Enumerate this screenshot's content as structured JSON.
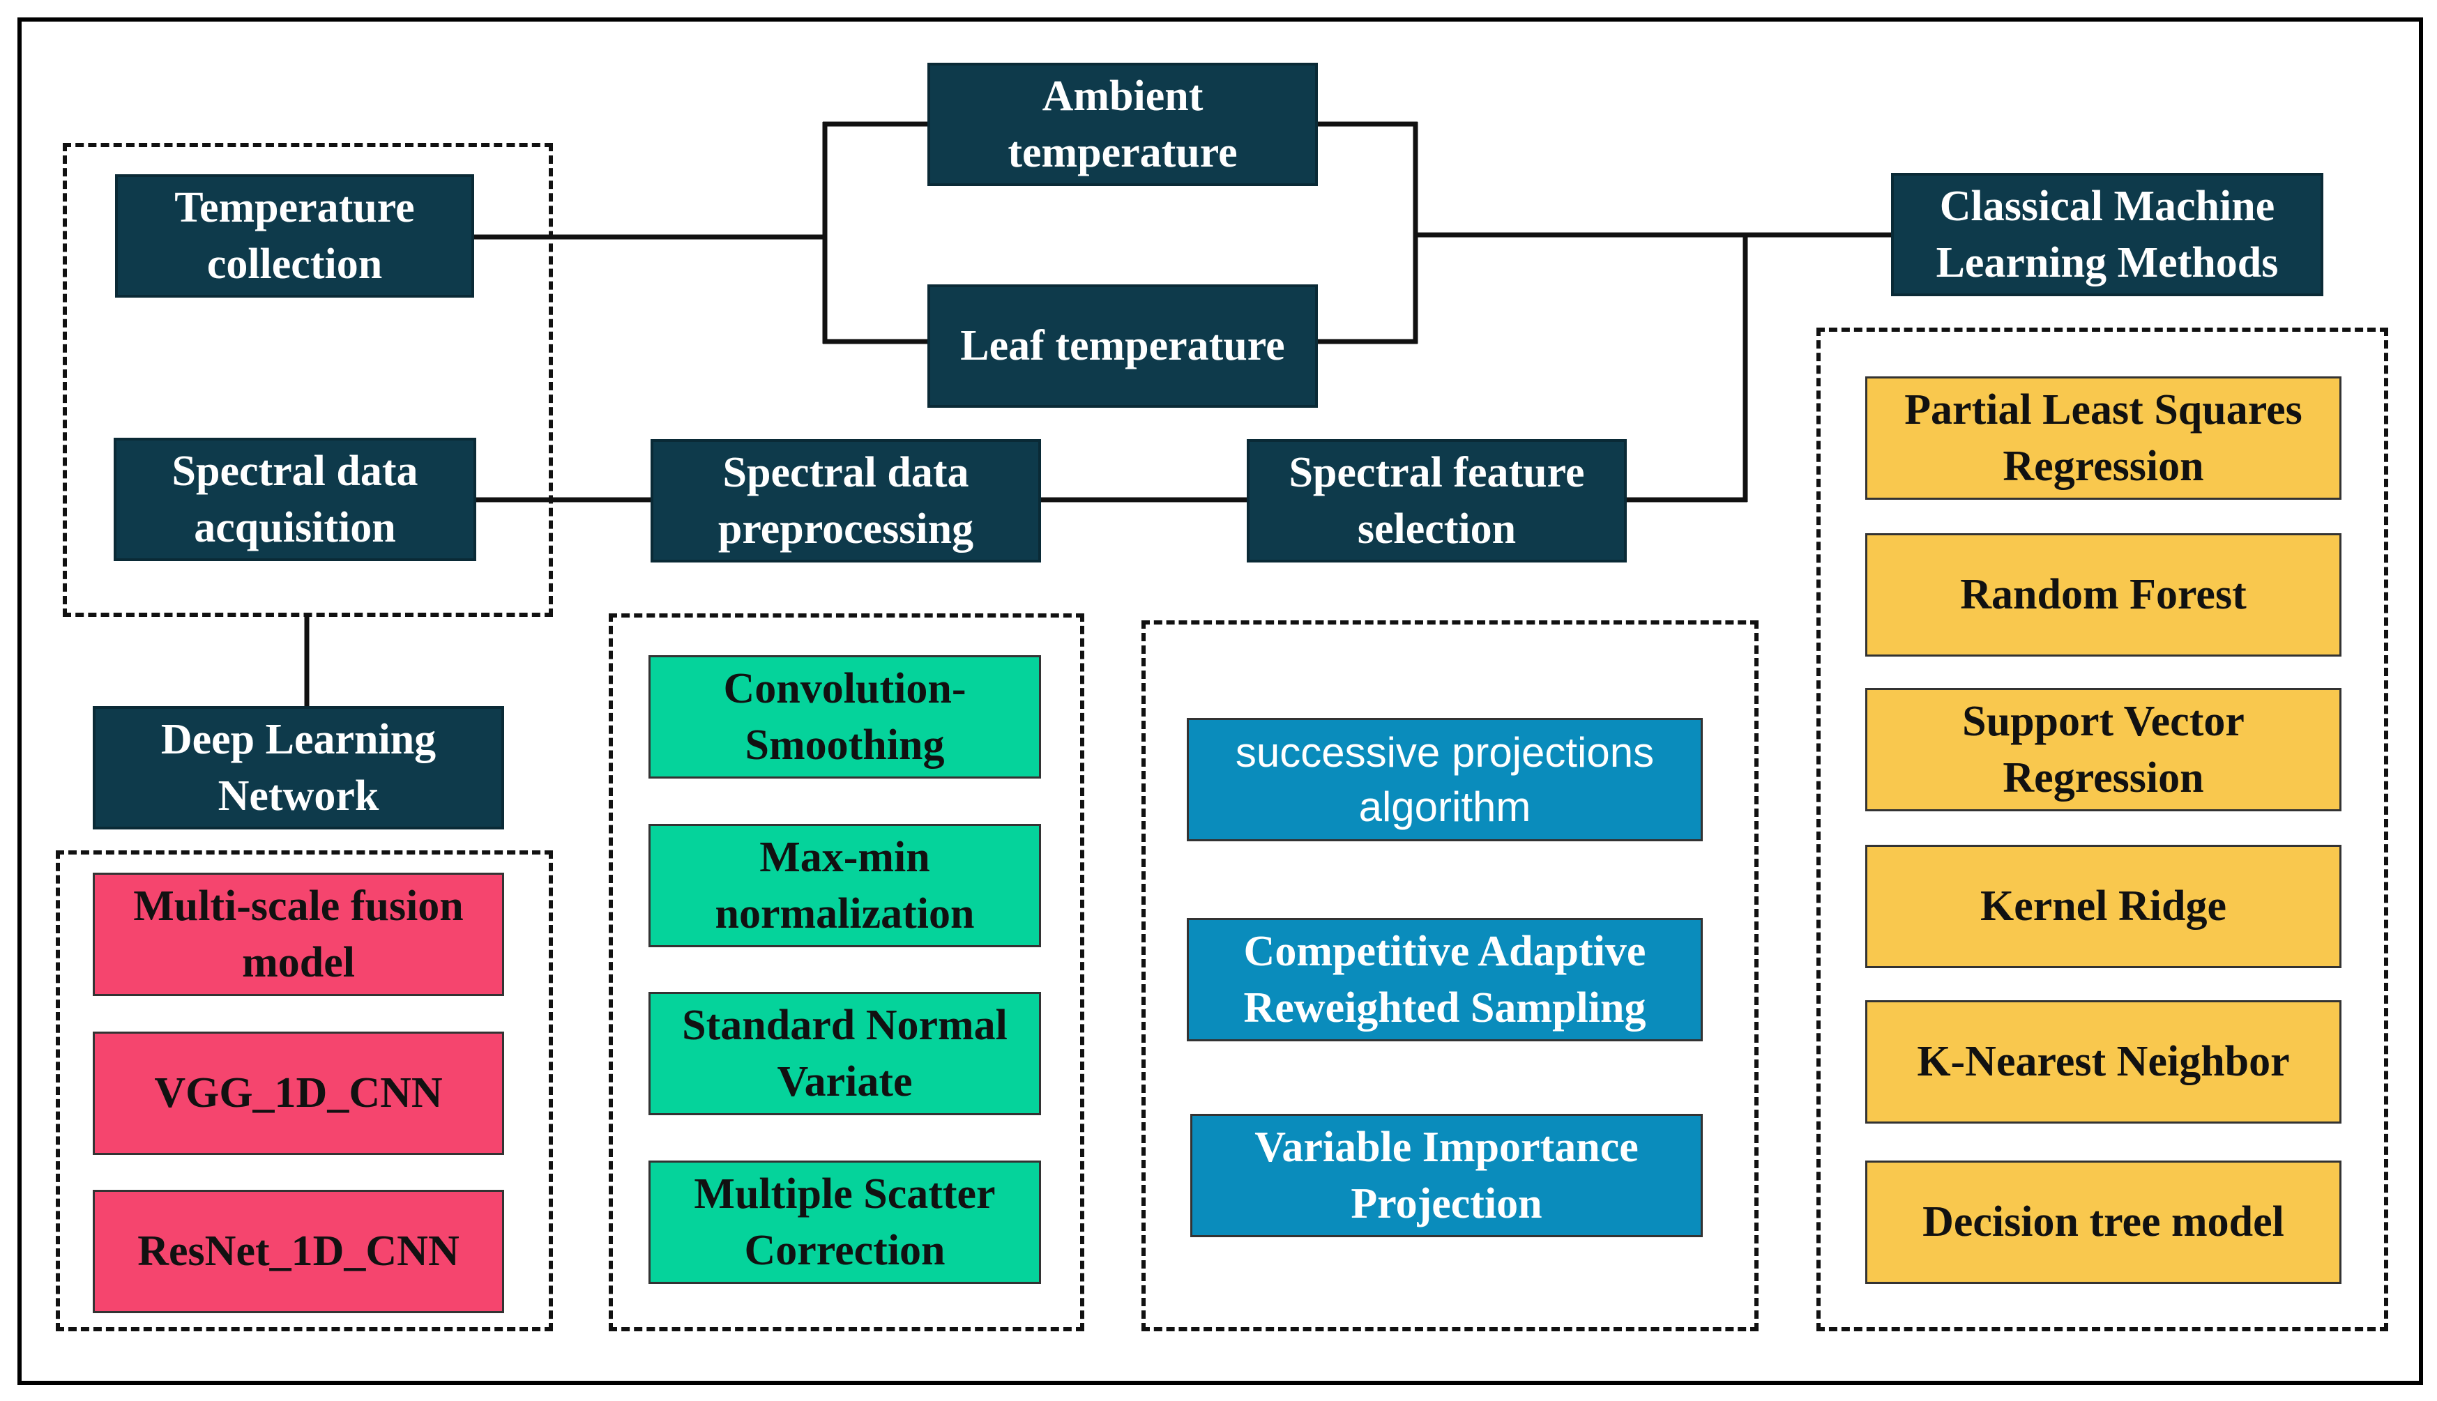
{
  "nodes": {
    "temperature_collection": "Temperature collection",
    "spectral_data_acquisition": "Spectral data acquisition",
    "ambient_temperature": "Ambient temperature",
    "leaf_temperature": "Leaf temperature",
    "spectral_data_preprocessing": "Spectral data preprocessing",
    "spectral_feature_selection": "Spectral feature selection",
    "classical_ml_methods": "Classical Machine Learning Methods",
    "deep_learning_network": "Deep Learning Network"
  },
  "deep_learning_models": [
    "Multi-scale fusion model",
    "VGG_1D_CNN",
    "ResNet_1D_CNN"
  ],
  "preprocessing_methods": [
    "Convolution-Smoothing",
    "Max-min normalization",
    "Standard Normal Variate",
    "Multiple Scatter Correction"
  ],
  "feature_selection_methods": [
    "successive projections algorithm",
    "Competitive Adaptive Reweighted Sampling",
    "Variable Importance Projection"
  ],
  "classical_models": [
    "Partial Least Squares Regression",
    "Random Forest",
    "Support Vector Regression",
    "Kernel Ridge",
    "K-Nearest Neighbor",
    "Decision tree model"
  ],
  "colors": {
    "process_node": "#0e3a4b",
    "deep_learning": "#f5456e",
    "preprocessing": "#05d39b",
    "feature_selection": "#0a8cbc",
    "classical": "#f9c84e"
  }
}
